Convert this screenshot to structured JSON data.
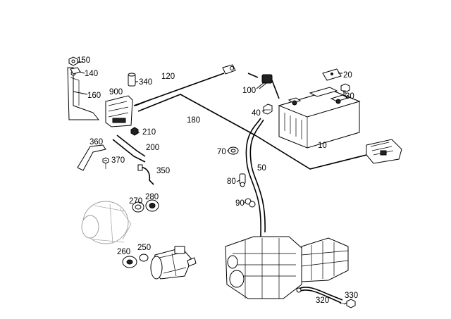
{
  "callouts": {
    "c10": "10",
    "c20": "20",
    "c30": "30",
    "c40": "40",
    "c50": "50",
    "c70": "70",
    "c80": "80",
    "c90": "90",
    "c100": "100",
    "c120": "120",
    "c140": "140",
    "c150": "150",
    "c160": "160",
    "c180": "180",
    "c200": "200",
    "c210": "210",
    "c250": "250",
    "c260": "260",
    "c270": "270",
    "c280": "280",
    "c320": "320",
    "c330": "330",
    "c340": "340",
    "c350": "350",
    "c360": "360",
    "c370": "370",
    "c900": "900"
  },
  "colors": {
    "line": "#000000",
    "ghost": "#999999",
    "background": "#ffffff"
  }
}
